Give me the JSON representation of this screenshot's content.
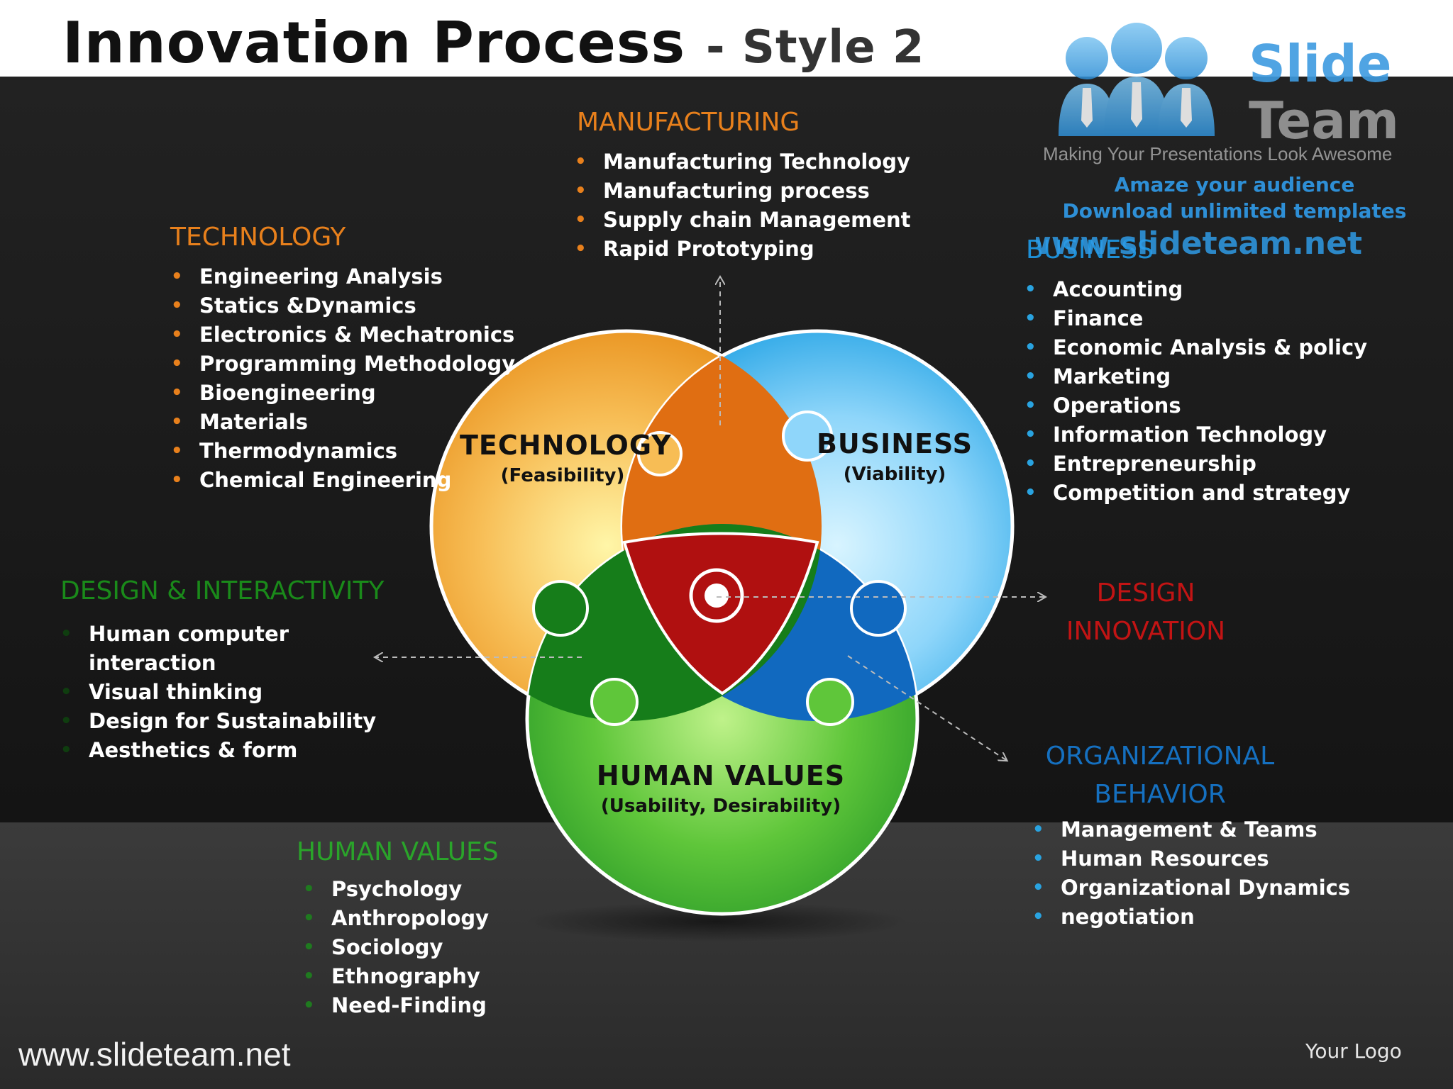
{
  "title": {
    "main": "Innovation Process",
    "sub": "- Style 2"
  },
  "colors": {
    "orange": "#e8801c",
    "blue": "#29a3e0",
    "green": "#2ea02e",
    "red": "#b01010",
    "dark_blue": "#1570c0",
    "heading_green": "#2a9d2a",
    "heading_orange": "#e8801c"
  },
  "logo": {
    "brand_1": "Slide",
    "brand_2": "Team",
    "tagline": "Making Your Presentations Look Awesome",
    "promo_1": "Amaze your audience",
    "promo_2": "Download unlimited templates",
    "promo_url": "www.slideteam.net"
  },
  "sections": {
    "manufacturing": {
      "heading": "MANUFACTURING",
      "items": [
        "Manufacturing Technology",
        "Manufacturing process",
        "Supply chain Management",
        "Rapid Prototyping"
      ]
    },
    "technology": {
      "heading": "TECHNOLOGY",
      "items": [
        "Engineering Analysis",
        "Statics &Dynamics",
        "Electronics & Mechatronics",
        "Programming Methodology",
        "Bioengineering",
        "Materials",
        "Thermodynamics",
        "Chemical Engineering"
      ]
    },
    "business": {
      "heading": "BUSINESS",
      "items": [
        "Accounting",
        "Finance",
        "Economic Analysis & policy",
        "Marketing",
        "Operations",
        "Information Technology",
        "Entrepreneurship",
        "Competition and strategy"
      ]
    },
    "design_interactivity": {
      "heading": "DESIGN & INTERACTIVITY",
      "items": [
        "Human computer",
        "interaction",
        "Visual thinking",
        "Design for Sustainability",
        "Aesthetics & form"
      ]
    },
    "design_innovation": {
      "heading_line1": "DESIGN",
      "heading_line2": "INNOVATION"
    },
    "organizational_behavior": {
      "heading_line1": "ORGANIZATIONAL",
      "heading_line2": "BEHAVIOR",
      "items": [
        "Management & Teams",
        "Human Resources",
        "Organizational Dynamics",
        "negotiation"
      ]
    },
    "human_values": {
      "heading": "HUMAN VALUES",
      "items": [
        "Psychology",
        "Anthropology",
        "Sociology",
        "Ethnography",
        "Need-Finding"
      ]
    }
  },
  "circles": {
    "technology": {
      "title": "TECHNOLOGY",
      "subtitle": "(Feasibility)"
    },
    "business": {
      "title": "BUSINESS",
      "subtitle": "(Viability)"
    },
    "human_values": {
      "title": "HUMAN VALUES",
      "subtitle": "(Usability, Desirability)"
    }
  },
  "bullet_glyph": "•",
  "footer": {
    "url": "www.slideteam.net",
    "your_logo": "Your Logo"
  }
}
